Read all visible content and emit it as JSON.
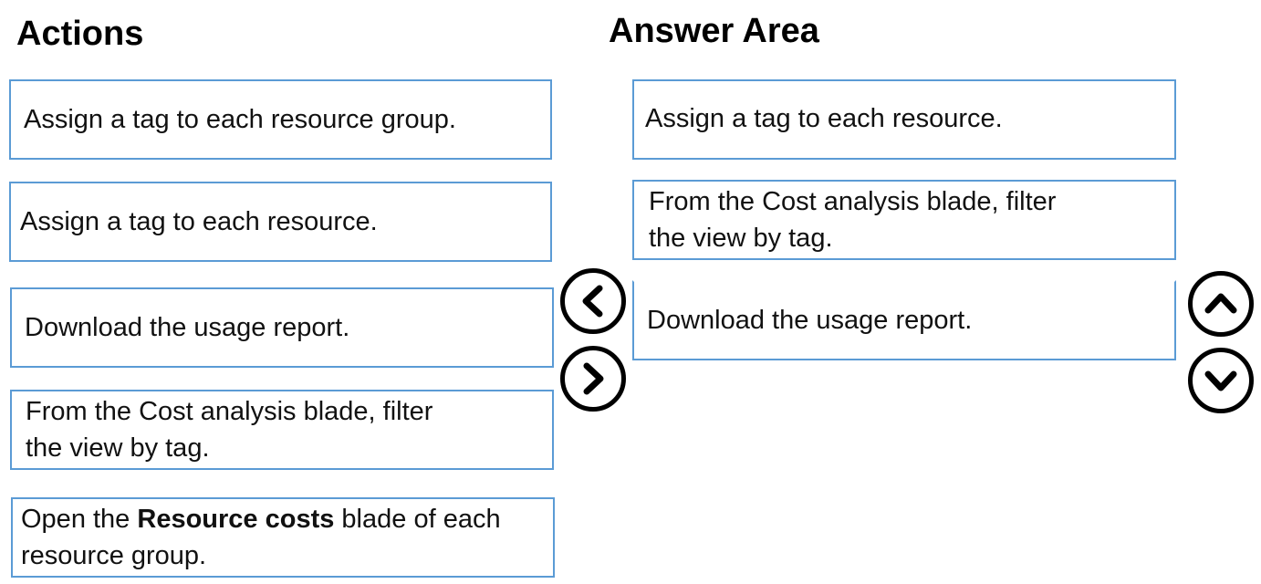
{
  "actions": {
    "title": "Actions",
    "items": [
      {
        "text": "Assign a tag to each resource group."
      },
      {
        "text": "Assign a tag to each resource."
      },
      {
        "text": "Download the usage report."
      },
      {
        "text": "From the Cost analysis blade, filter\nthe view by tag."
      },
      {
        "prefix": "Open the ",
        "bold": "Resource costs",
        "suffix": " blade of each\nresource group."
      }
    ]
  },
  "answer_area": {
    "title": "Answer Area",
    "items": [
      {
        "text": "Assign a tag to each resource."
      },
      {
        "text": "From the Cost analysis blade, filter\nthe view by tag."
      },
      {
        "text": "Download the usage report."
      }
    ]
  },
  "controls": {
    "move_left_icon": "chevron-left-circle",
    "move_right_icon": "chevron-right-circle",
    "move_up_icon": "chevron-up-circle",
    "move_down_icon": "chevron-down-circle"
  },
  "colors": {
    "card_border": "#5b9bd5",
    "icon_stroke": "#000000"
  }
}
